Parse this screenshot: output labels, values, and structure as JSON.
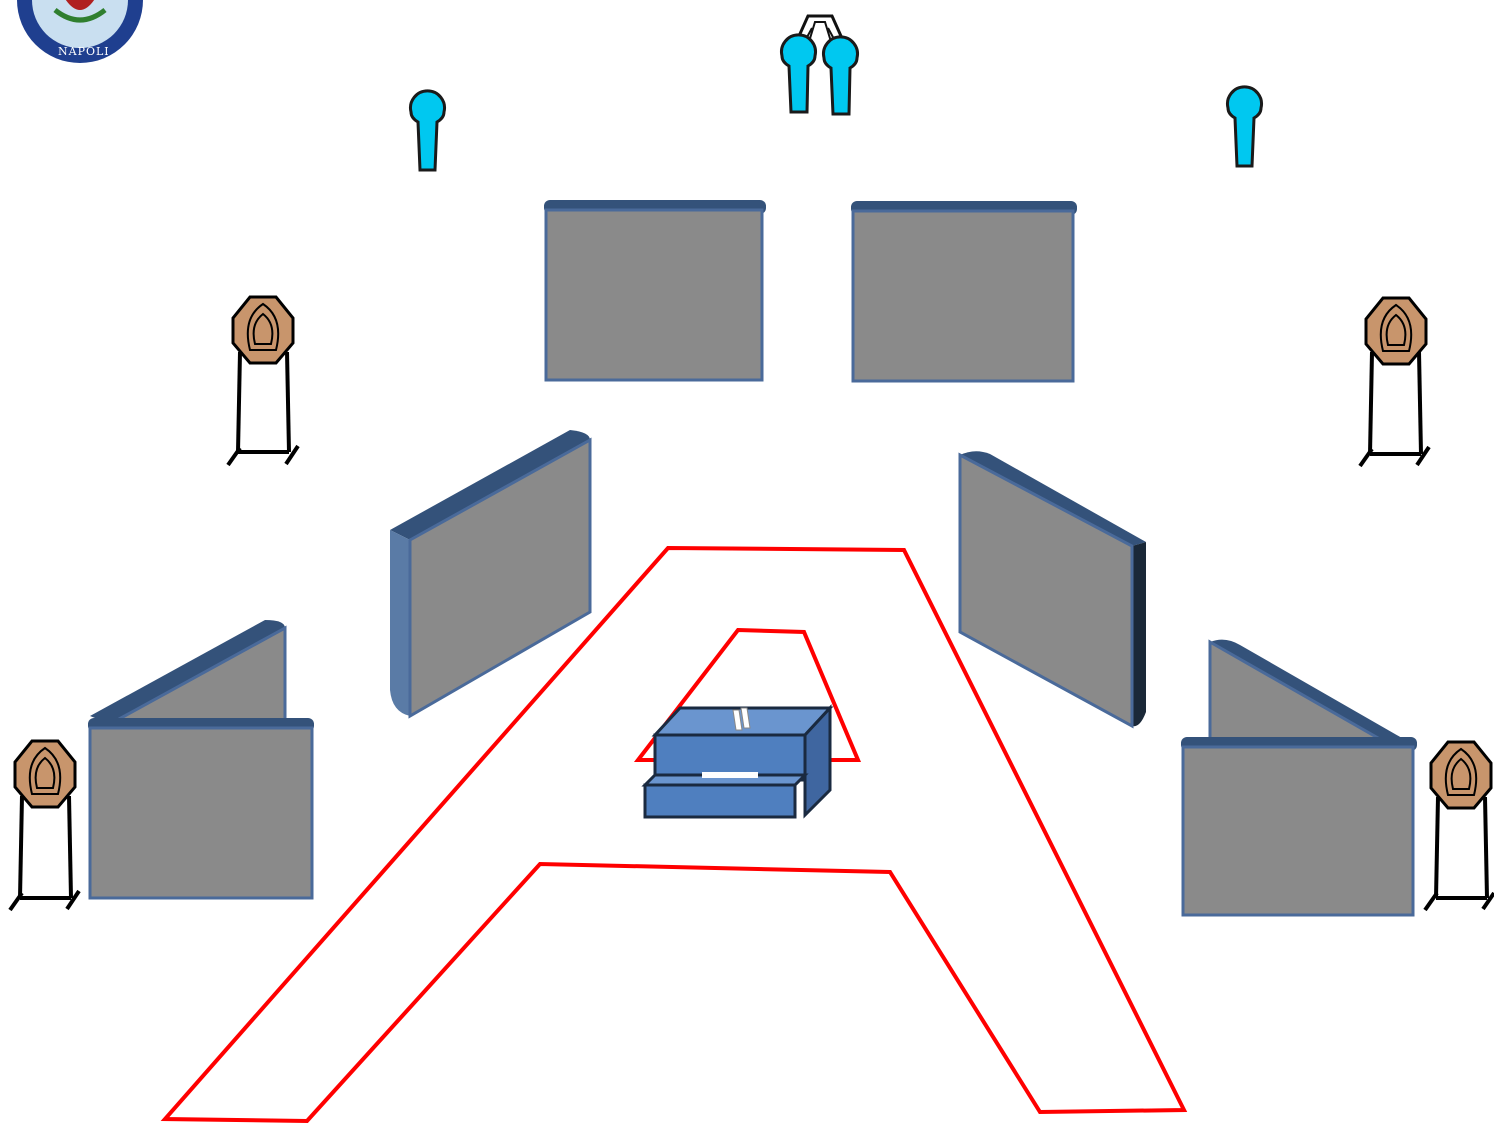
{
  "logo": {
    "text": "NAPOLI",
    "colors": {
      "ring": "#1f3f8f",
      "inner": "#c9dff0"
    }
  },
  "stage": {
    "walls": 8,
    "paper_targets": 4,
    "steel_poppers": 4,
    "shooting_areas": 2,
    "start_position": "barrel-prop"
  },
  "colors": {
    "fault_line": "#ff0000",
    "wall_face": "#8a8a8a",
    "wall_edge": "#34527a",
    "popper": "#00c8f0",
    "target": "#c8956c",
    "barrel": "#4f7fbf"
  },
  "icons": [
    "club-logo-icon",
    "popper-icon",
    "paper-target-icon",
    "barrel-icon"
  ]
}
